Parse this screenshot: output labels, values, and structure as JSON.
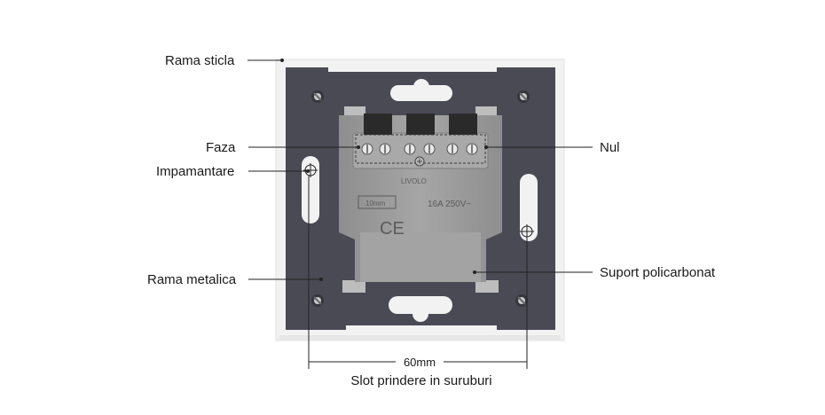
{
  "labels": {
    "glass_frame": "Rama sticla",
    "phase": "Faza",
    "ground": "Impamantare",
    "metal_frame": "Rama metalica",
    "neutral": "Nul",
    "polycarbonate_support": "Suport policarbonat"
  },
  "dimension": {
    "value": "60mm",
    "caption": "Slot prindere in suruburi"
  },
  "product_markings": {
    "brand": "LIVOLO",
    "strip_length": "10mm",
    "rating": "16A 250V~",
    "certification": "CE"
  },
  "colors": {
    "metal_frame": "#4a4a55",
    "polycarbonate": "#9c9c9c",
    "glass_frame": "#f2f2f2",
    "leader_line": "#222222"
  }
}
